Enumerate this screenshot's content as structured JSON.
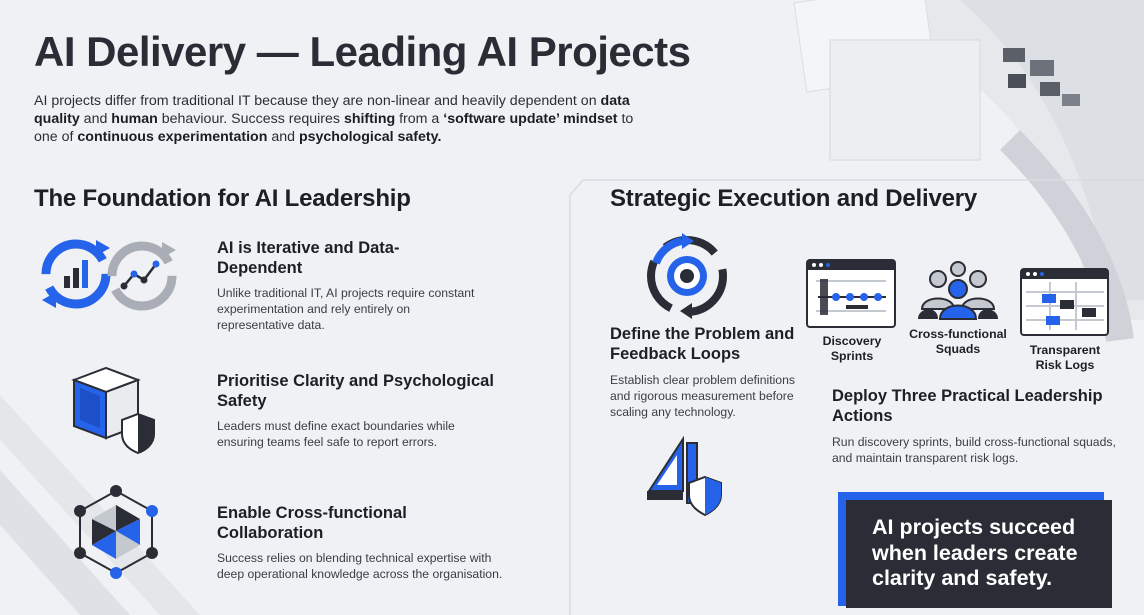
{
  "colors": {
    "accent": "#2563eb",
    "dark": "#2a2d35",
    "background": "#f0f1f4",
    "grey": "#c4c8cf"
  },
  "header": {
    "title": "AI Delivery — Leading AI Projects",
    "intro": {
      "p1": "AI projects differ from traditional IT because they are non-linear and heavily dependent on ",
      "b1": "data quality",
      "p2": " and ",
      "b2": "human",
      "p3": " behaviour. Success requires ",
      "b3": "shifting",
      "p4": " from a ",
      "b4": "‘software update’ mindset",
      "p5": " to one of ",
      "b5": "continuous experimentation",
      "p6": " and ",
      "b6": "psychological safety."
    }
  },
  "foundation": {
    "title": "The Foundation for AI Leadership",
    "items": [
      {
        "icon": "iterative-cycle-icon",
        "title": "AI is Iterative and Data-Dependent",
        "desc": "Unlike traditional IT, AI projects require constant experimentation and rely entirely on representative data."
      },
      {
        "icon": "cube-shield-icon",
        "title": "Prioritise Clarity and Psychological Safety",
        "desc": "Leaders must define exact boundaries while ensuring teams feel safe to report errors."
      },
      {
        "icon": "network-collaboration-icon",
        "title": "Enable Cross-functional Collaboration",
        "desc": "Success relies on blending technical expertise with deep operational knowledge across the organisation."
      }
    ]
  },
  "execution": {
    "title": "Strategic Execution and Delivery",
    "define": {
      "icon": "target-feedback-icon",
      "title": "Define the Problem and Feedback Loops",
      "desc": "Establish clear problem definitions and rigorous measurement before scaling any technology."
    },
    "actions": [
      {
        "icon": "sprint-board-icon",
        "label": "Discovery Sprints"
      },
      {
        "icon": "team-people-icon",
        "label": "Cross-functional Squads"
      },
      {
        "icon": "risk-log-icon",
        "label": "Transparent Risk Logs"
      }
    ],
    "deploy": {
      "title": "Deploy Three Practical Leadership Actions",
      "desc": "Run discovery sprints, build cross-functional squads, and maintain transparent risk logs."
    },
    "logo_icon": "ai-shield-logo-icon"
  },
  "callout": {
    "text": "AI projects succeed when leaders create clarity and safety."
  }
}
